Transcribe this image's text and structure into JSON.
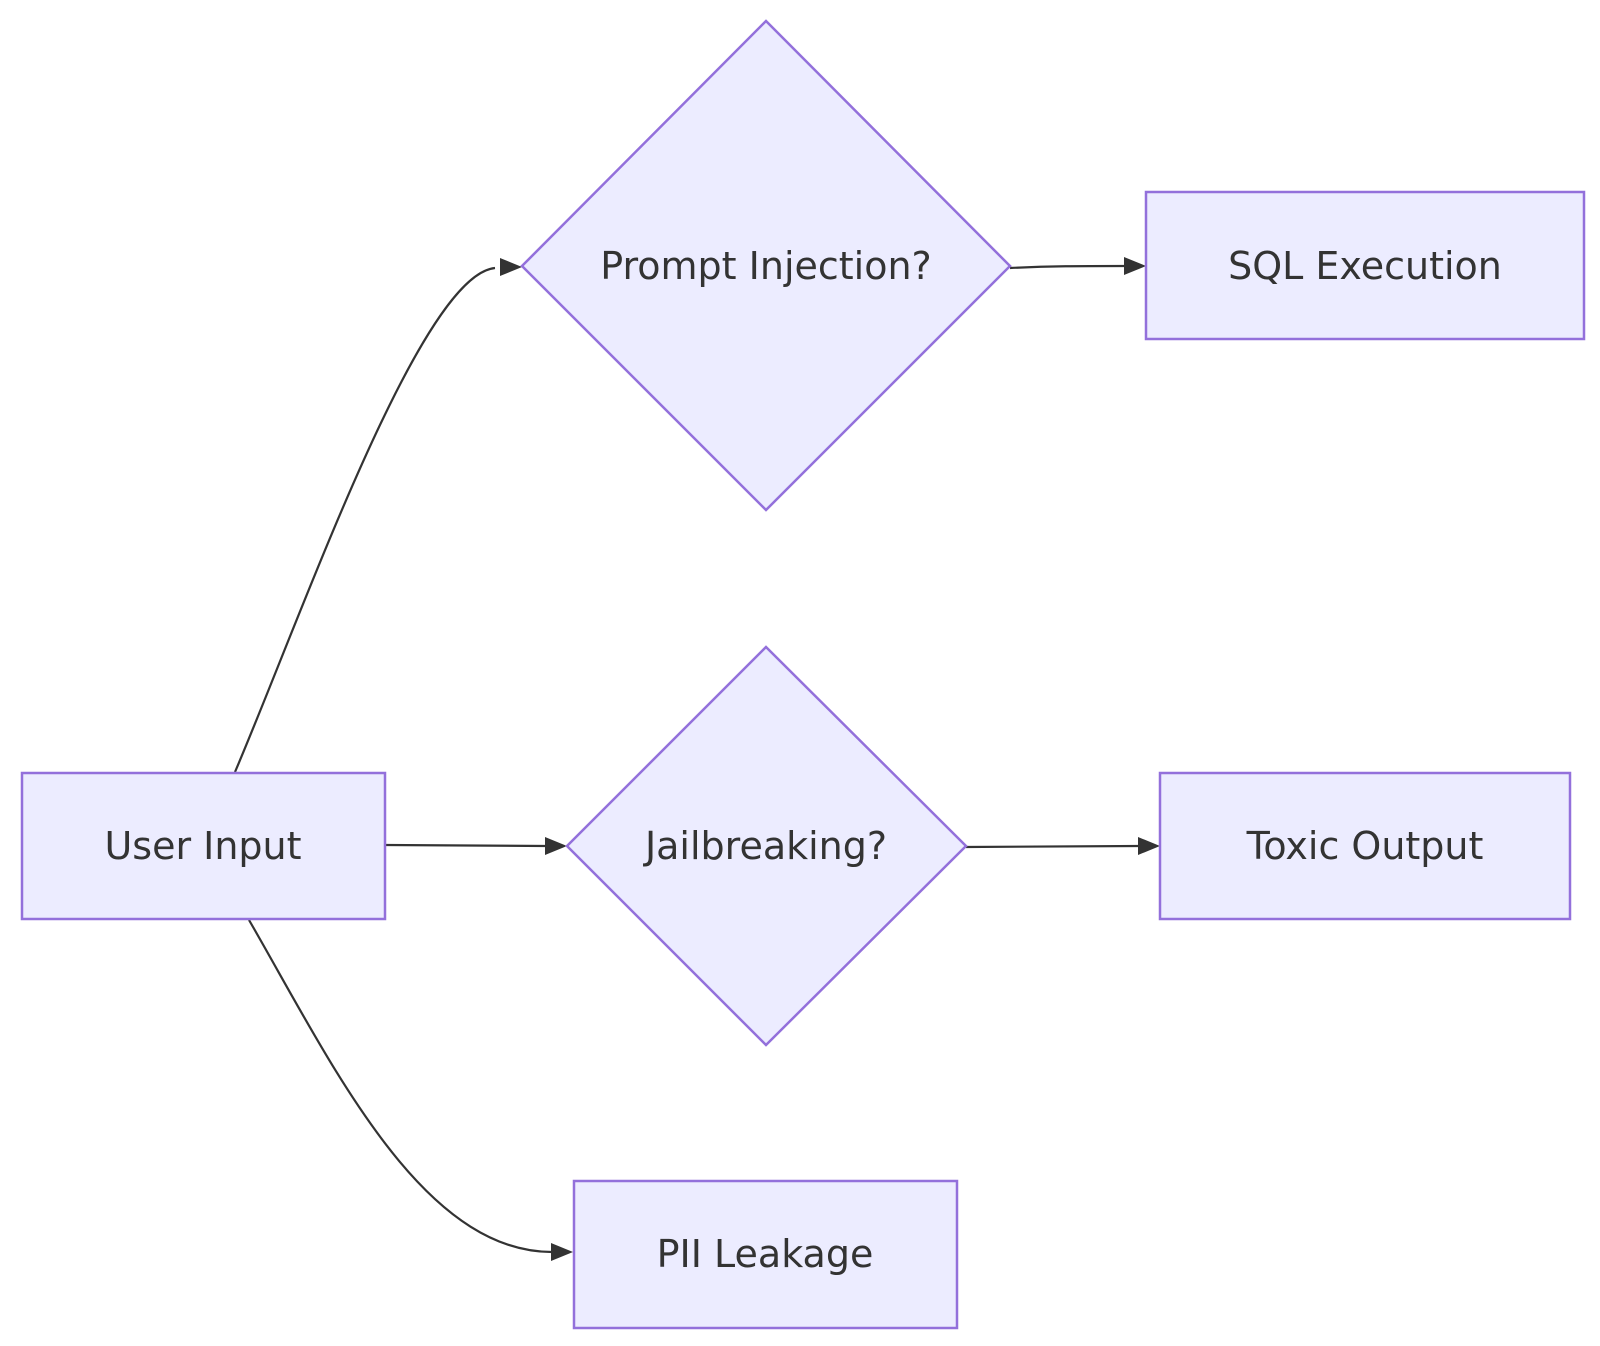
{
  "diagram": {
    "type": "flowchart",
    "direction": "LR",
    "colors": {
      "node_fill": "#ececff",
      "node_stroke": "#9370db",
      "edge": "#333333",
      "text": "#333333"
    },
    "nodes": {
      "user_input": {
        "label": "User Input",
        "shape": "rectangle"
      },
      "prompt_injection": {
        "label": "Prompt Injection?",
        "shape": "diamond"
      },
      "jailbreaking": {
        "label": "Jailbreaking?",
        "shape": "diamond"
      },
      "pii_leakage": {
        "label": "PII Leakage",
        "shape": "rectangle"
      },
      "sql_execution": {
        "label": "SQL Execution",
        "shape": "rectangle"
      },
      "toxic_output": {
        "label": "Toxic Output",
        "shape": "rectangle"
      }
    },
    "edges": [
      {
        "from": "user_input",
        "to": "prompt_injection"
      },
      {
        "from": "user_input",
        "to": "jailbreaking"
      },
      {
        "from": "user_input",
        "to": "pii_leakage"
      },
      {
        "from": "prompt_injection",
        "to": "sql_execution"
      },
      {
        "from": "jailbreaking",
        "to": "toxic_output"
      }
    ]
  }
}
